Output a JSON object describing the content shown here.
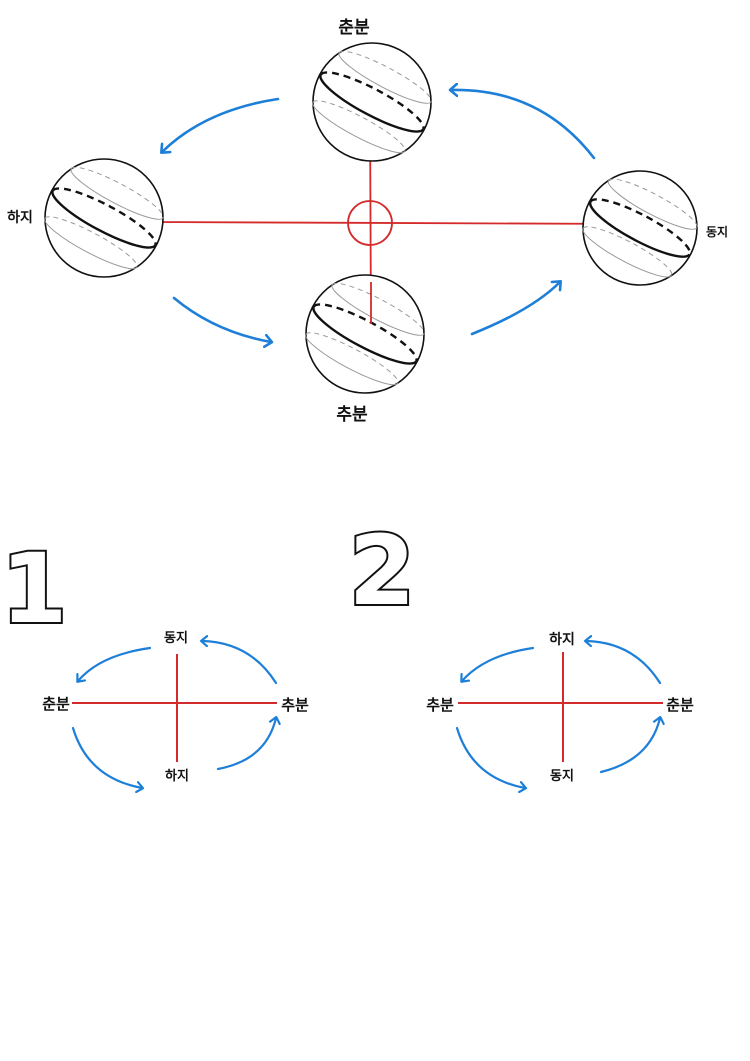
{
  "orbit": {
    "vernal_equinox": "춘분",
    "summer_solstice": "하지",
    "autumnal_equinox": "추분",
    "winter_solstice": "동지"
  },
  "option1": {
    "number": "1",
    "top": "동지",
    "left": "춘분",
    "right": "추분",
    "bottom": "하지"
  },
  "option2": {
    "number": "2",
    "top": "하지",
    "left": "추분",
    "right": "춘분",
    "bottom": "동지"
  },
  "colors": {
    "arrow": "#1e7fd8",
    "axis": "#d42a2a",
    "outline": "#111111"
  }
}
